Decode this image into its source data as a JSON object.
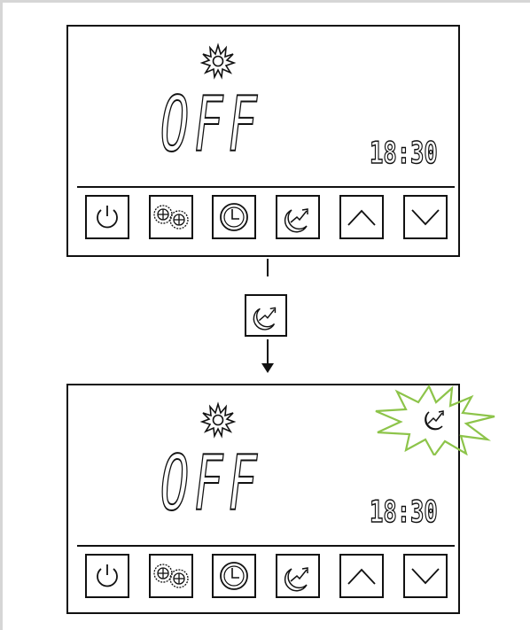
{
  "display": {
    "mode_text": "OFF",
    "clock_text": "18:30"
  },
  "buttons": [
    {
      "id": "power",
      "icon": "power-icon"
    },
    {
      "id": "settings",
      "icon": "gears-icon"
    },
    {
      "id": "timer",
      "icon": "clock-icon"
    },
    {
      "id": "night-setback",
      "icon": "moon-arrow-icon"
    },
    {
      "id": "up",
      "icon": "chevron-up-icon"
    },
    {
      "id": "down",
      "icon": "chevron-down-icon"
    }
  ],
  "status_icons": {
    "sun": "sun-icon",
    "active_mode": "moon-arrow-icon"
  },
  "colors": {
    "highlight": "#8dc44a",
    "line": "#111111"
  }
}
